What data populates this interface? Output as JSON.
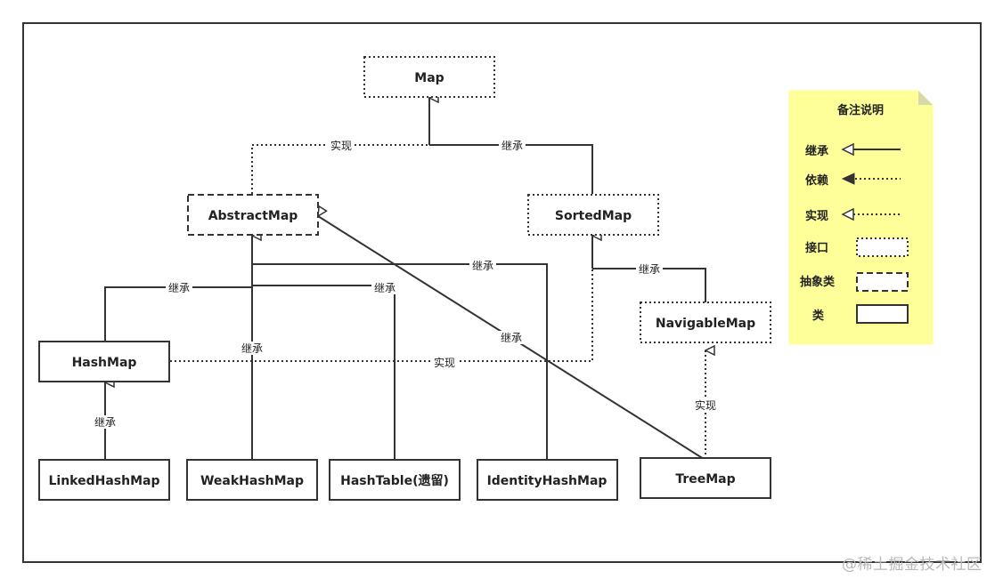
{
  "nodes": {
    "map": "Map",
    "abstract_map": "AbstractMap",
    "sorted_map": "SortedMap",
    "hash_map": "HashMap",
    "navigable_map": "NavigableMap",
    "linked_hash_map": "LinkedHashMap",
    "weak_hash_map": "WeakHashMap",
    "hash_table": "HashTable(遗留)",
    "identity_hash_map": "IdentityHashMap",
    "tree_map": "TreeMap"
  },
  "edges": {
    "abstractmap_map": "实现",
    "sortedmap_map": "继承",
    "hashmap_abstractmap": "继承",
    "weakhashmap_abstractmap": "继承",
    "hashtable_abstractmap": "继承",
    "identityhashmap_abstractmap": "继承",
    "treemap_abstractmap": "继承",
    "hashmap_sortedmap": "实现",
    "navigablemap_sortedmap": "继承",
    "linkedhashmap_hashmap": "继承",
    "treemap_navigablemap": "实现"
  },
  "legend": {
    "title": "备注说明",
    "inherit": "继承",
    "depend": "依赖",
    "implement": "实现",
    "interface": "接口",
    "abstract_class": "抽象类",
    "class": "类",
    "note_color": "#ffff99"
  },
  "watermark": "@稀土掘金技术社区"
}
